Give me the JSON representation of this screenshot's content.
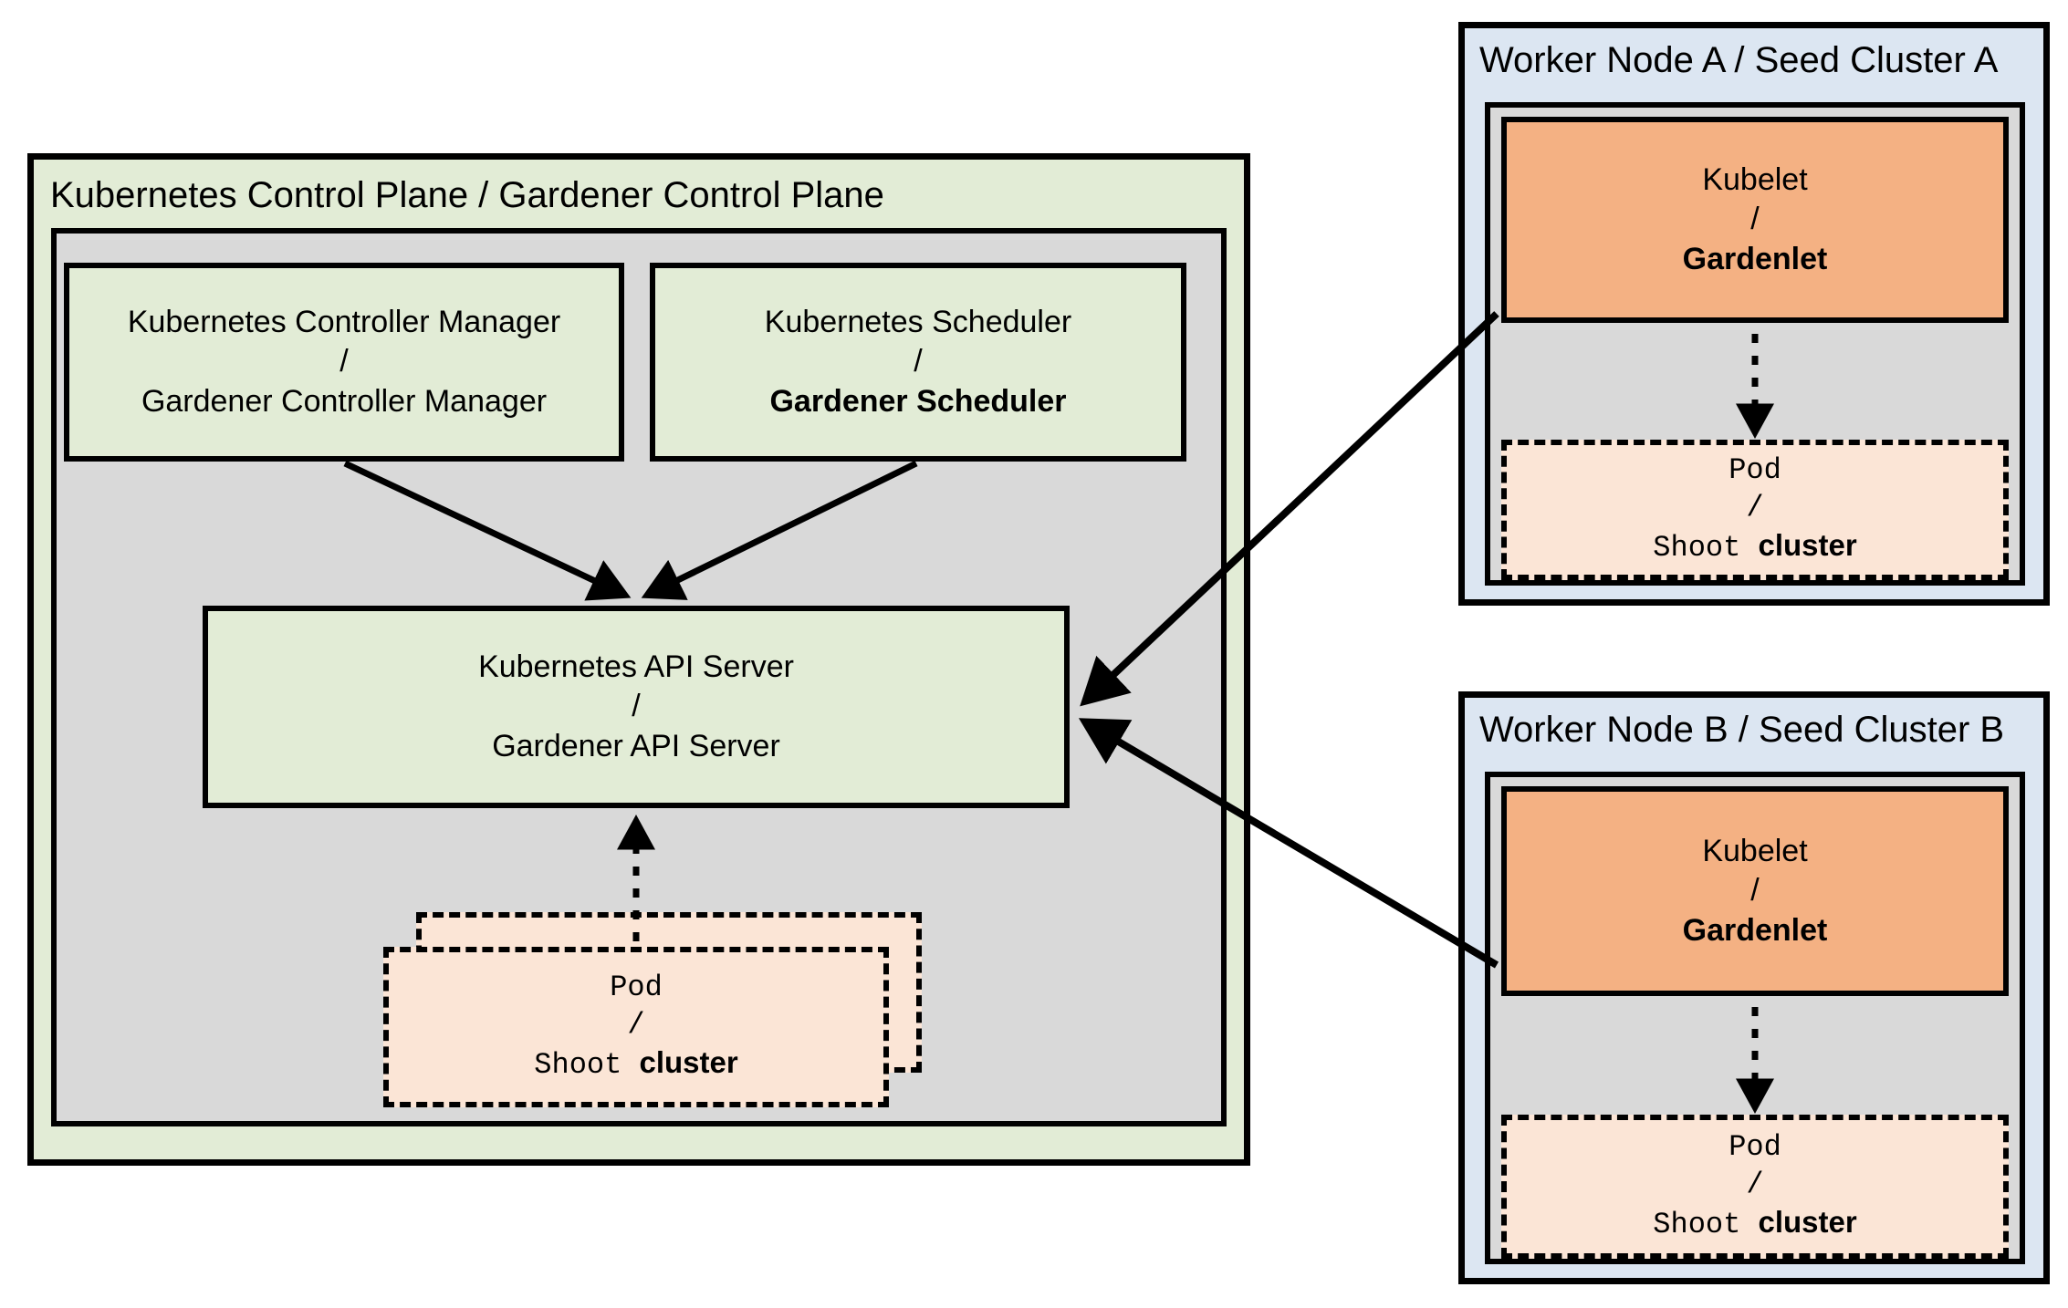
{
  "diagram": {
    "title_semantic": "Gardener architecture - Kubernetes analogy",
    "colors": {
      "green_fill": "#e2ecd6",
      "grey_fill": "#d9d9d9",
      "blue_fill": "#dce6f2",
      "orange_fill": "#f4b183",
      "pod_fill": "#fbe5d6",
      "stroke": "#000000",
      "page_background": "#ffffff"
    }
  },
  "control_plane": {
    "title": "Kubernetes Control Plane / Gardener Control Plane",
    "controller_manager": {
      "line1": "Kubernetes Controller Manager",
      "separator": "/",
      "line2": "Gardener Controller Manager"
    },
    "scheduler": {
      "line1": "Kubernetes Scheduler",
      "separator": "/",
      "line2": "Gardener Scheduler"
    },
    "api_server": {
      "line1": "Kubernetes API Server",
      "separator": "/",
      "line2": "Gardener API Server"
    },
    "pod": {
      "line1": "Pod",
      "separator": "/",
      "line2_mono": "Shoot",
      "line2_bold": "cluster"
    }
  },
  "worker_node_a": {
    "title": "Worker Node A / Seed Cluster A",
    "kubelet": {
      "line1": "Kubelet",
      "separator": "/",
      "line2": "Gardenlet"
    },
    "pod": {
      "line1": "Pod",
      "separator": "/",
      "line2_mono": "Shoot",
      "line2_bold": "cluster"
    }
  },
  "worker_node_b": {
    "title": "Worker Node B / Seed Cluster B",
    "kubelet": {
      "line1": "Kubelet",
      "separator": "/",
      "line2": "Gardenlet"
    },
    "pod": {
      "line1": "Pod",
      "separator": "/",
      "line2_mono": "Shoot",
      "line2_bold": "cluster"
    }
  },
  "connections": [
    {
      "name": "controller-manager-to-api-server",
      "style": "solid-arrow"
    },
    {
      "name": "scheduler-to-api-server",
      "style": "solid-arrow"
    },
    {
      "name": "control-plane-pod-to-api-server",
      "style": "dotted-arrow"
    },
    {
      "name": "gardenlet-a-to-api-server",
      "style": "solid-arrow"
    },
    {
      "name": "gardenlet-b-to-api-server",
      "style": "solid-arrow"
    },
    {
      "name": "gardenlet-a-to-pod-a",
      "style": "dotted-arrow"
    },
    {
      "name": "gardenlet-b-to-pod-b",
      "style": "dotted-arrow"
    }
  ]
}
